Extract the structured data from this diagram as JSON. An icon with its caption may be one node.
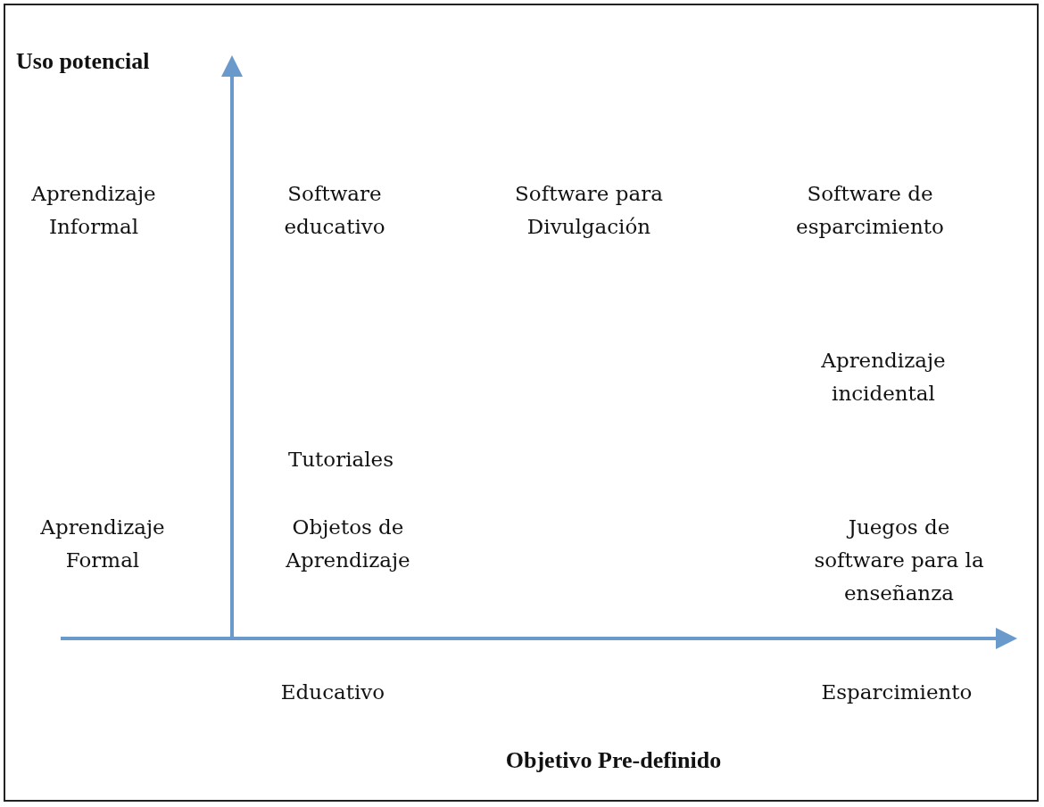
{
  "diagram": {
    "labels": [
      "Uso potencial",
      "Aprendizaje Informal",
      "Software educativo",
      "Software para Divulgación",
      "Software de esparcimiento",
      "Aprendizaje incidental",
      "Tutoriales",
      "Aprendizaje Formal",
      "Objetos de Aprendizaje",
      "Juegos de software para la enseñanza",
      "Educativo",
      "Esparcimiento",
      "Objetivo Pre-definido"
    ]
  }
}
